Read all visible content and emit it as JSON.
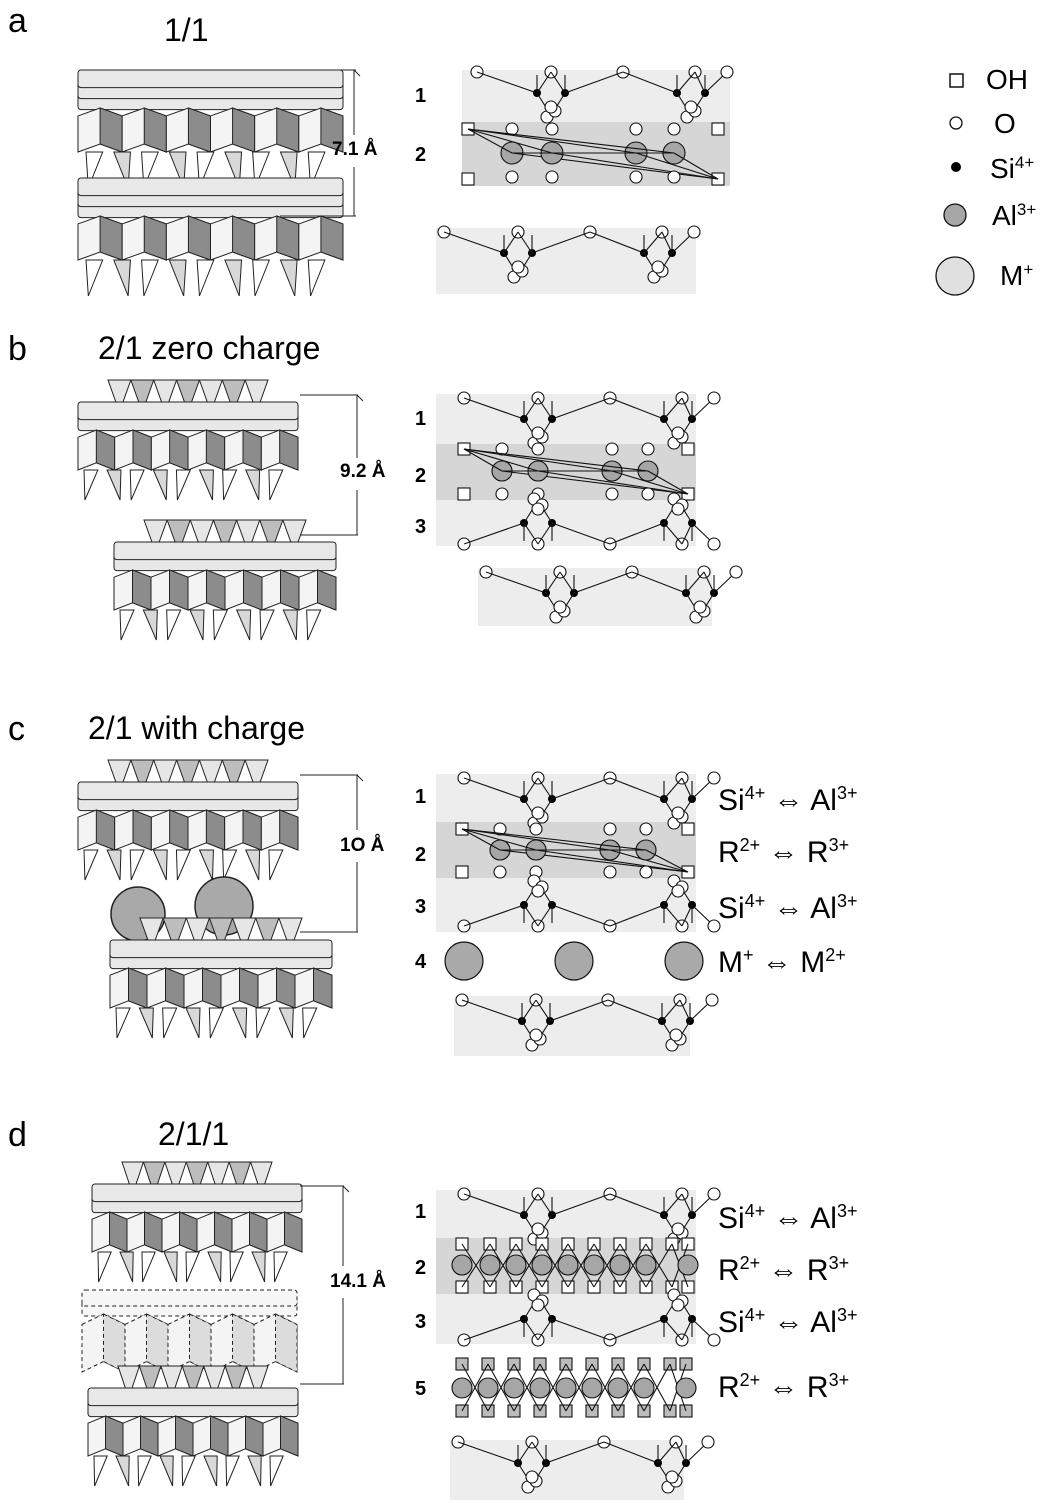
{
  "panels": [
    {
      "letter": "a",
      "title": "1/1",
      "spacing": "7.1 Å",
      "layers": [
        "1",
        "2"
      ],
      "substitutions": []
    },
    {
      "letter": "b",
      "title": "2/1 zero charge",
      "spacing": "9.2 Å",
      "layers": [
        "1",
        "2",
        "3"
      ],
      "substitutions": []
    },
    {
      "letter": "c",
      "title": "2/1 with charge",
      "spacing": "1O Å",
      "layers": [
        "1",
        "2",
        "3",
        "4"
      ],
      "substitutions": [
        {
          "a": "Si",
          "a_charge": "4+",
          "arrow": "⇔",
          "b": "Al",
          "b_charge": "3+"
        },
        {
          "a": "R",
          "a_charge": "2+",
          "arrow": "⇔",
          "b": "R",
          "b_charge": "3+"
        },
        {
          "a": "Si",
          "a_charge": "4+",
          "arrow": "⇔",
          "b": "Al",
          "b_charge": "3+"
        },
        {
          "a": "M",
          "a_charge": "+",
          "arrow": "⇔",
          "b": "M",
          "b_charge": "2+"
        }
      ]
    },
    {
      "letter": "d",
      "title": "2/1/1",
      "spacing": "14.1 Å",
      "layers": [
        "1",
        "2",
        "3",
        "5"
      ],
      "substitutions": [
        {
          "a": "Si",
          "a_charge": "4+",
          "arrow": "⇔",
          "b": "Al",
          "b_charge": "3+"
        },
        {
          "a": "R",
          "a_charge": "2+",
          "arrow": "⇔",
          "b": "R",
          "b_charge": "3+"
        },
        {
          "a": "Si",
          "a_charge": "4+",
          "arrow": "⇔",
          "b": "Al",
          "b_charge": "3+"
        },
        {
          "a": "R",
          "a_charge": "2+",
          "arrow": "⇔",
          "b": "R",
          "b_charge": "3+"
        }
      ]
    }
  ],
  "legend": [
    {
      "symbol": "square-open",
      "label": "OH",
      "charge": ""
    },
    {
      "symbol": "circle-open-small",
      "label": "O",
      "charge": ""
    },
    {
      "symbol": "dot-black",
      "label": "Si",
      "charge": "4+"
    },
    {
      "symbol": "circle-gray",
      "label": "Al",
      "charge": "3+"
    },
    {
      "symbol": "circle-lightgray-large",
      "label": "M",
      "charge": "+"
    }
  ],
  "colors": {
    "band_light": "#ededed",
    "band_dark": "#d6d6d6",
    "atom_gray": "#a6a6a6",
    "cation_gray": "#a9a9a9",
    "legend_m": "#e0e0e0"
  }
}
